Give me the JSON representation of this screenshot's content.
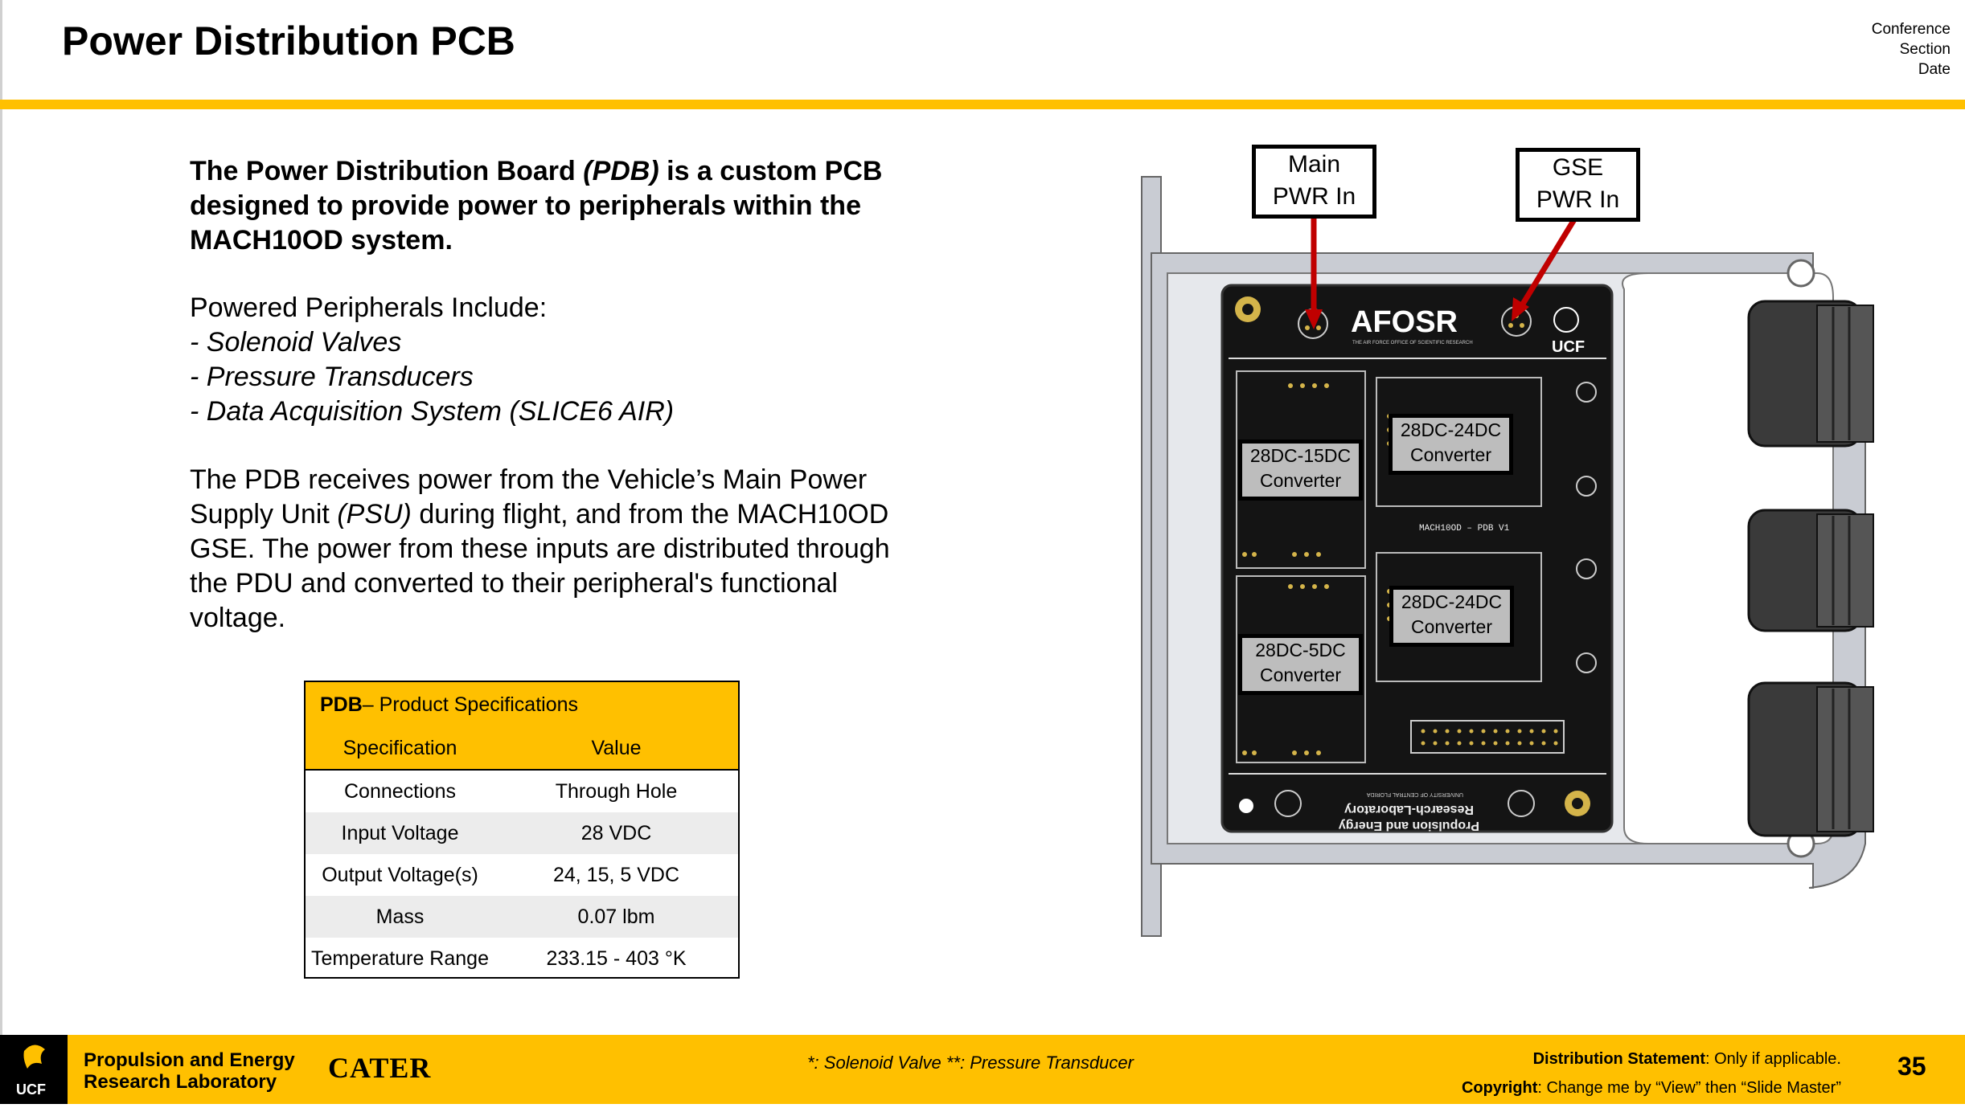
{
  "slide": {
    "title": "Power Distribution PCB",
    "meta": [
      "Conference",
      "Section",
      "Date"
    ]
  },
  "intro": {
    "part1": "The Power Distribution Board ",
    "pdb": "(PDB)",
    "part2": " is a custom PCB designed to provide power to peripherals within the MACH10OD system."
  },
  "peripherals": {
    "heading": "Powered Peripherals Include:",
    "items": [
      "- Solenoid Valves",
      "- Pressure Transducers",
      "- Data Acquisition System (SLICE6 AIR)"
    ]
  },
  "paragraph": {
    "part1": "The PDB receives power from the Vehicle’s Main Power Supply Unit ",
    "psu": "(PSU)",
    "part2": " during flight, and from the MACH10OD GSE. The power from these inputs are distributed through the PDU and converted to their peripheral's functional voltage."
  },
  "spec_table": {
    "title_bold": "PDB",
    "title_rest": "– Product Specifications",
    "col_spec": "Specification",
    "col_value": "Value",
    "rows": [
      {
        "spec": "Connections",
        "value": "Through Hole"
      },
      {
        "spec": "Input Voltage",
        "value": "28 VDC"
      },
      {
        "spec": "Output Voltage(s)",
        "value": "24, 15, 5 VDC"
      },
      {
        "spec": "Mass",
        "value": "0.07 lbm"
      },
      {
        "spec": "Temperature Range",
        "value": "233.15 - 403 °K"
      }
    ]
  },
  "board": {
    "main_label": [
      "Main",
      "PWR In"
    ],
    "gse_label": [
      "GSE",
      "PWR In"
    ],
    "conv_15": [
      "28DC-15DC",
      "Converter"
    ],
    "conv_24a": [
      "28DC-24DC",
      "Converter"
    ],
    "conv_5": [
      "28DC-5DC",
      "Converter"
    ],
    "conv_24b": [
      "28DC-24DC",
      "Converter"
    ],
    "afosr": "AFOSR",
    "afosr_sub": "THE AIR FORCE OFFICE OF SCIENTIFIC RESEARCH",
    "ucf": "UCF",
    "silk_board": "MACH10OD – PDB V1",
    "silk_lab1": "Propulsion and Energy",
    "silk_lab2": "Research-Laboratory",
    "silk_uni": "UNIVERSITY OF CENTRAL FLORIDA"
  },
  "footer": {
    "ucf": "UCF",
    "lab_line1": "Propulsion and Energy",
    "lab_line2": "Research Laboratory",
    "cater": "CATER",
    "note": "*: Solenoid Valve **: Pressure Transducer",
    "dist_bold": "Distribution Statement",
    "dist_rest": ": Only if applicable.",
    "copy_bold": "Copyright",
    "copy_rest": ": Change me by “View” then “Slide Master”",
    "page": "35"
  },
  "colors": {
    "accent": "#FFC000",
    "pcb": "#141414",
    "frame": "#c9ccd3"
  }
}
